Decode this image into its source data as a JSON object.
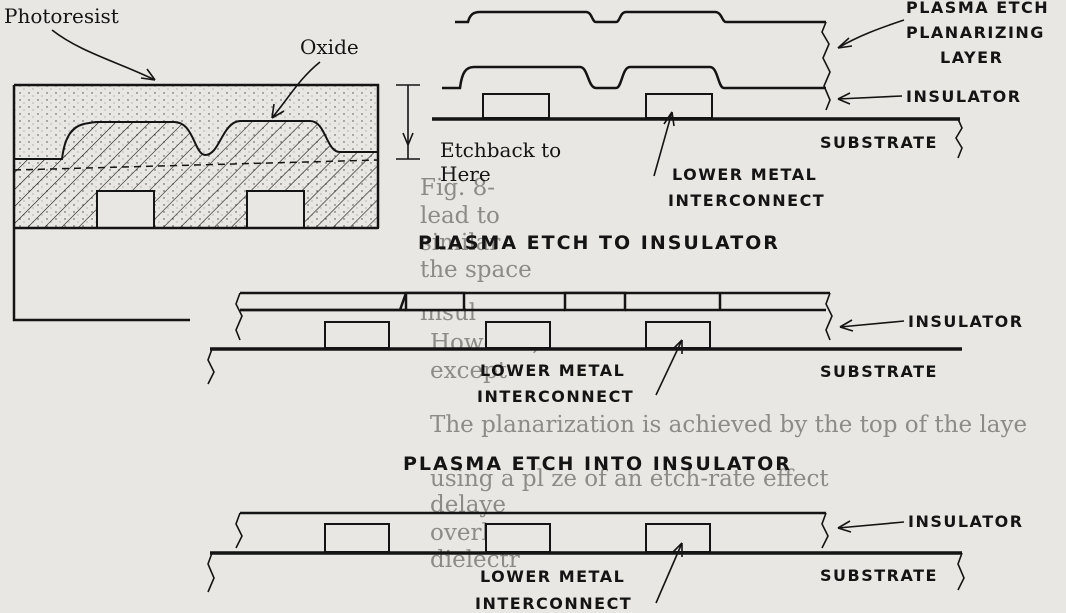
{
  "colors": {
    "ink": "#141414",
    "paper": "#e9e7e3",
    "bleed_text": "#8d8b87"
  },
  "left_panel": {
    "photoresist": "Photoresist",
    "oxide": "Oxide",
    "etchback_line1": "Etchback to",
    "etchback_line2": "Here"
  },
  "panel1": {
    "plasma_line1": "PLASMA ETCH",
    "plasma_line2": "PLANARIZING",
    "plasma_line3": "LAYER",
    "insulator": "INSULATOR",
    "substrate": "SUBSTRATE",
    "metal_line1": "LOWER METAL",
    "metal_line2": "INTERCONNECT"
  },
  "heading2": "PLASMA ETCH TO INSULATOR",
  "panel2": {
    "insulator": "INSULATOR",
    "substrate": "SUBSTRATE",
    "metal_line1": "LOWER METAL",
    "metal_line2": "INTERCONNECT"
  },
  "heading3": "PLASMA ETCH INTO INSULATOR",
  "panel3": {
    "insulator": "INSULATOR",
    "substrate": "SUBSTRATE",
    "metal_line1": "LOWER METAL",
    "metal_line2": "INTERCONNECT"
  },
  "background_text": {
    "fig_fragment": "Fig. 8-",
    "lead_fragment": "lead to",
    "sim_fragment": "similar",
    "space_fragment": "the space",
    "insul_fragment": "insul",
    "however": "However,",
    "except_fragment": "except",
    "line1": "The planarization is achieved by the top of the laye",
    "line2": "using a pl                    ze of an etch-rate effect",
    "line3": "delaye                                      ",
    "line4": "overlap",
    "line5": "dielectr"
  }
}
